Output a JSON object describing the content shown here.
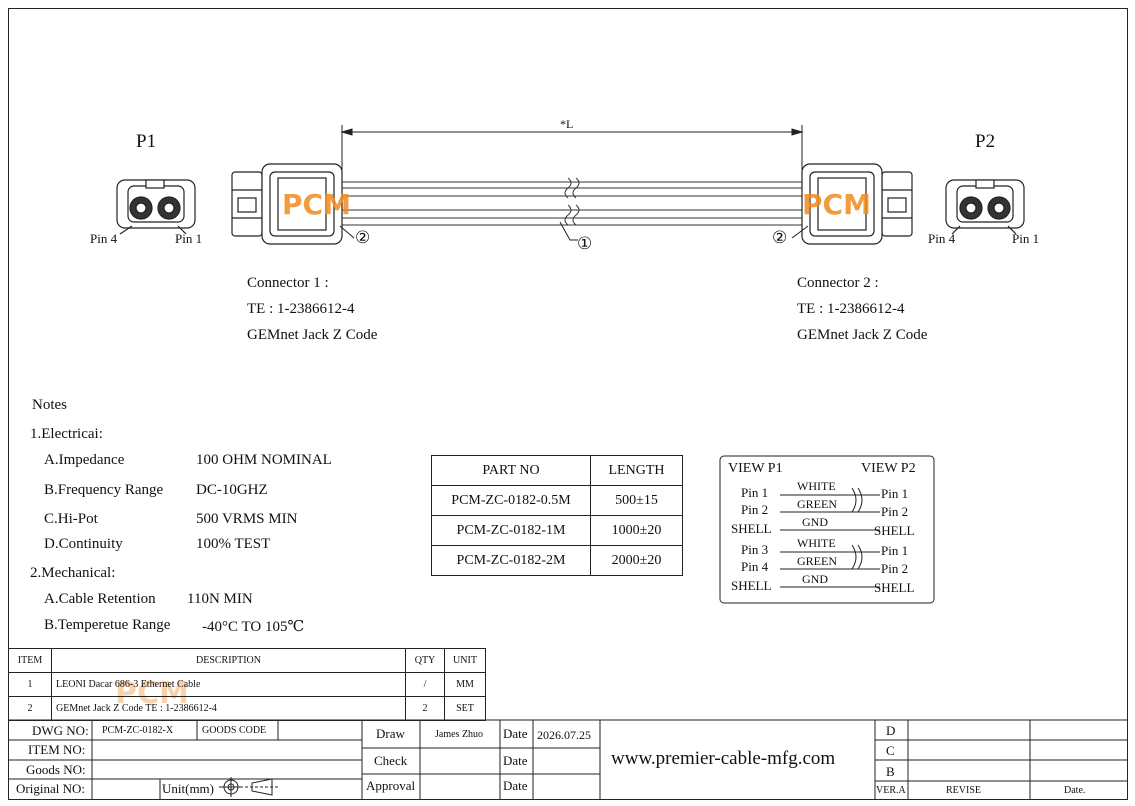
{
  "drawing": {
    "p1_label": "P1",
    "p2_label": "P2",
    "length_label": "*L",
    "pin4": "Pin 4",
    "pin1": "Pin 1",
    "callout_1": "①",
    "callout_2": "②",
    "logo_text": "PCM",
    "connector1": {
      "title": "Connector 1 :",
      "part": "TE : 1-2386612-4",
      "name": "GEMnet Jack Z Code"
    },
    "connector2": {
      "title": "Connector 2 :",
      "part": "TE : 1-2386612-4",
      "name": "GEMnet Jack Z Code"
    }
  },
  "notes": {
    "title": "Notes",
    "electrical_title": "1.Electricai:",
    "electrical": [
      {
        "label": "A.Impedance",
        "value": "100 OHM NOMINAL"
      },
      {
        "label": "B.Frequency Range",
        "value": "DC-10GHZ"
      },
      {
        "label": "C.Hi-Pot",
        "value": "500 VRMS MIN"
      },
      {
        "label": "D.Continuity",
        "value": "100% TEST"
      }
    ],
    "mechanical_title": "2.Mechanical:",
    "mechanical": [
      {
        "label": "A.Cable Retention",
        "value": "110N MIN"
      },
      {
        "label": "B.Temperetue Range",
        "value": "-40°C TO 105℃"
      }
    ]
  },
  "parts_table": {
    "headers": [
      "PART NO",
      "LENGTH"
    ],
    "rows": [
      [
        "PCM-ZC-0182-0.5M",
        "500±15"
      ],
      [
        "PCM-ZC-0182-1M",
        "1000±20"
      ],
      [
        "PCM-ZC-0182-2M",
        "2000±20"
      ]
    ]
  },
  "wiring": {
    "view_p1": "VIEW P1",
    "view_p2": "VIEW P2",
    "rows": [
      {
        "left": "Pin 1",
        "wire": "WHITE",
        "right": "Pin 1"
      },
      {
        "left": "Pin 2",
        "wire": "GREEN",
        "right": "Pin 2"
      },
      {
        "left": "SHELL",
        "wire": "GND",
        "right": "SHELL"
      },
      {
        "left": "Pin 3",
        "wire": "WHITE",
        "right": "Pin 1"
      },
      {
        "left": "Pin 4",
        "wire": "GREEN",
        "right": "Pin 2"
      },
      {
        "left": "SHELL",
        "wire": "GND",
        "right": "SHELL"
      }
    ]
  },
  "bom": {
    "headers": [
      "ITEM",
      "DESCRIPTION",
      "QTY",
      "UNIT"
    ],
    "rows": [
      [
        "1",
        "LEONI Dacar 686-3 Ethernet Cable",
        "/",
        "MM"
      ],
      [
        "2",
        "GEMnet Jack Z Code TE : 1-2386612-4",
        "2",
        "SET"
      ]
    ]
  },
  "title_block": {
    "dwg_no_label": "DWG NO:",
    "dwg_no": "PCM-ZC-0182-X",
    "goods_code_label": "GOODS CODE",
    "item_no_label": "ITEM NO:",
    "goods_no_label": "Goods NO:",
    "original_no_label": "Original NO:",
    "unit_label": "Unit(mm)",
    "draw_label": "Draw",
    "draw_name": "James Zhuo",
    "check_label": "Check",
    "approval_label": "Approval",
    "date_label": "Date",
    "date_value": "2026.07.25",
    "website": "www.premier-cable-mfg.com",
    "rev_rows": [
      "D",
      "C",
      "B"
    ],
    "ver_label": "VER.A",
    "revise_label": "REVISE",
    "date2_label": "Date."
  }
}
